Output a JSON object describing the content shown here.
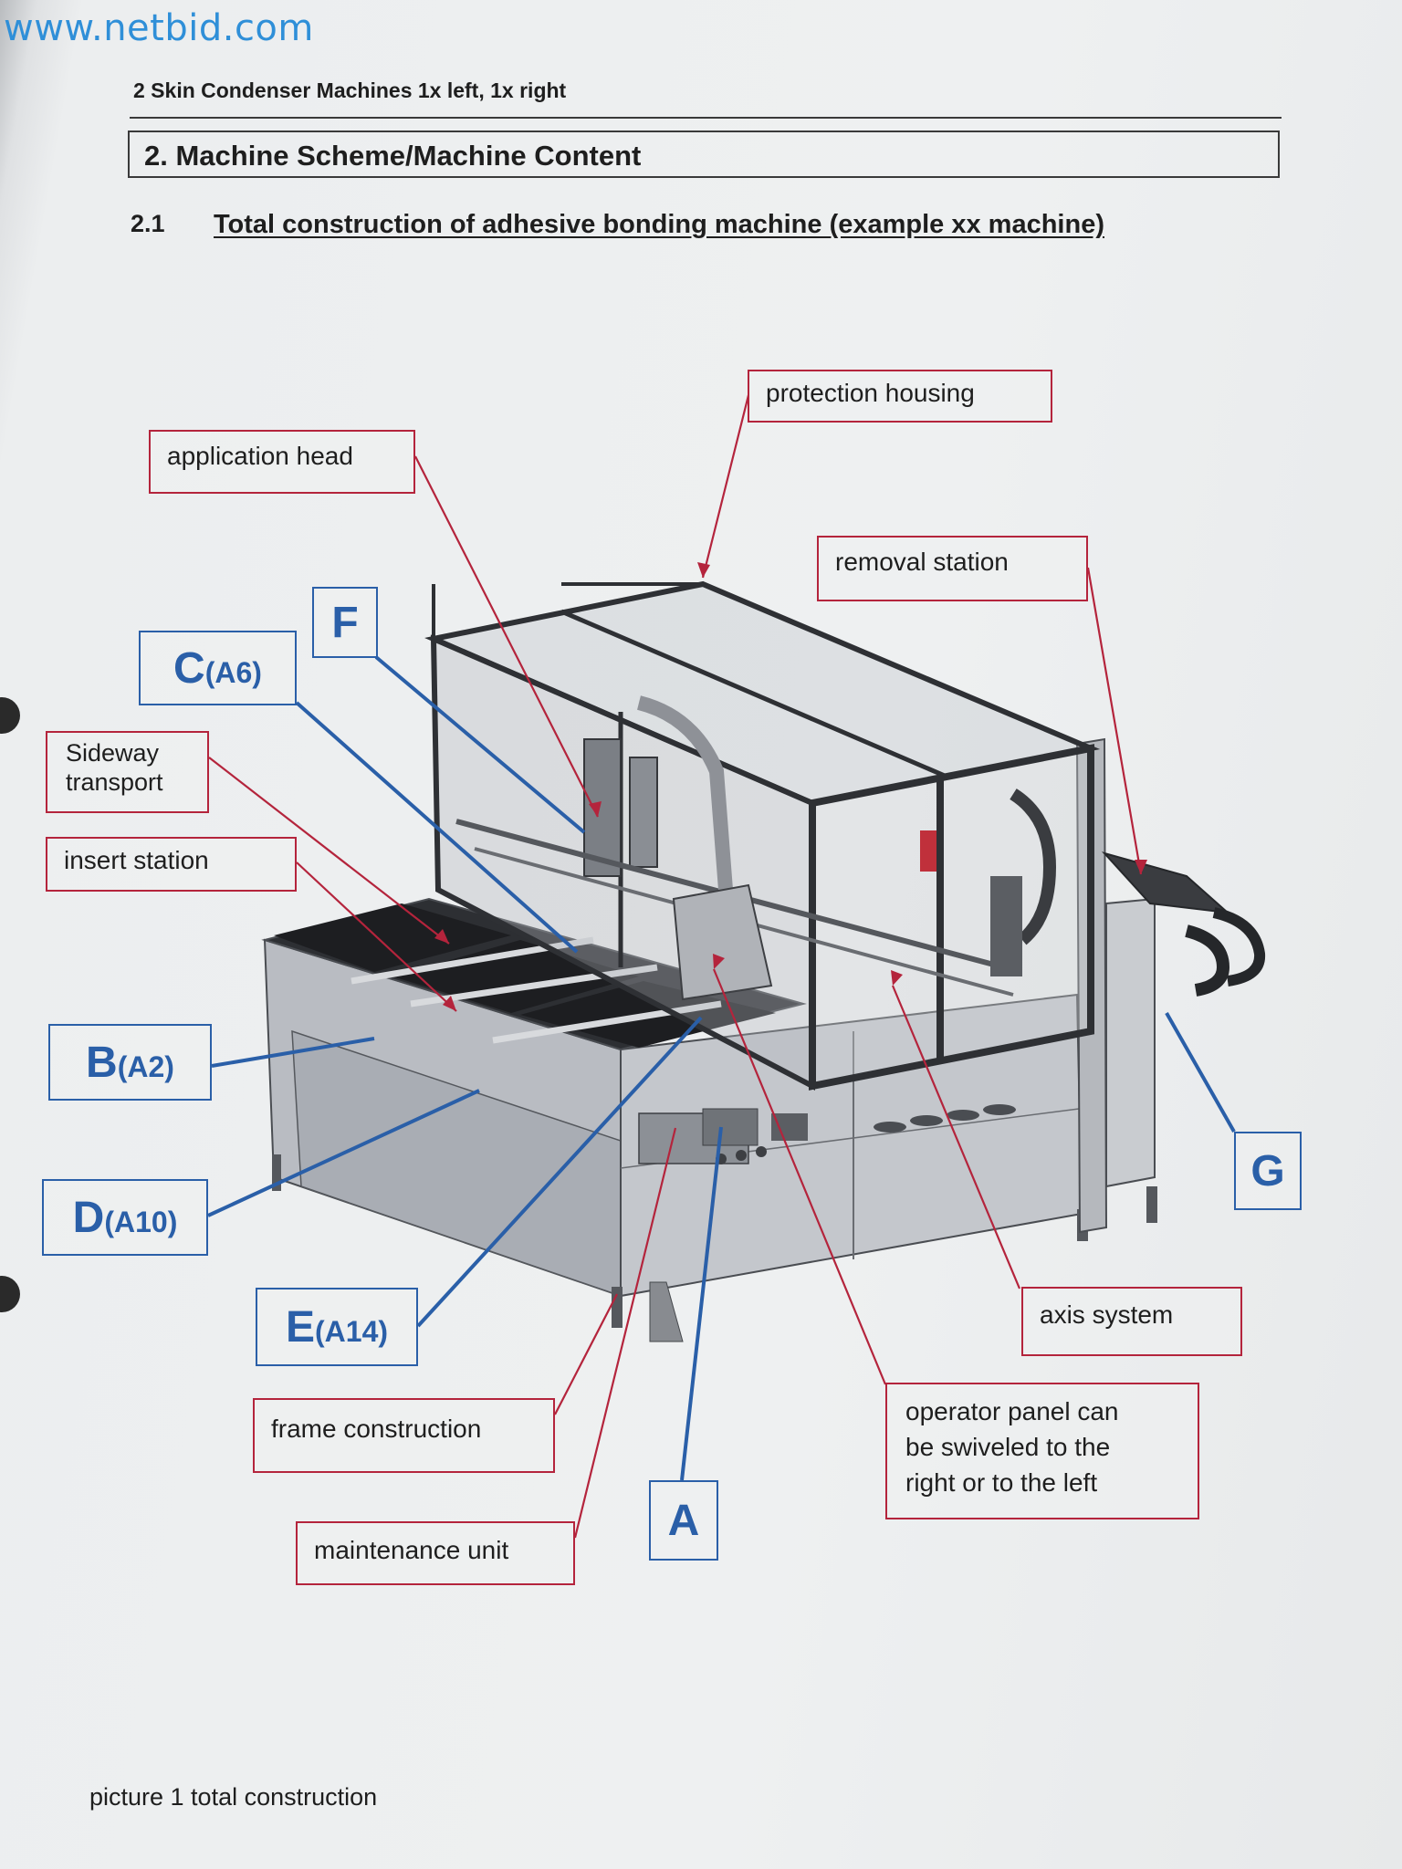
{
  "watermark": "www.netbid.com",
  "document": {
    "header": "2 Skin Condenser Machines 1x left, 1x right",
    "section_title": "2. Machine Scheme/Machine Content",
    "subsection_number": "2.1",
    "subsection_title": "Total construction of adhesive bonding machine (example xx machine)",
    "caption": "picture 1 total construction"
  },
  "callouts": {
    "protection_housing": "protection housing",
    "application_head": "application head",
    "removal_station": "removal station",
    "sideway_transport_line1": "Sideway",
    "sideway_transport_line2": "transport",
    "insert_station": "insert station",
    "axis_system": "axis system",
    "frame_construction": "frame construction",
    "maintenance_unit": "maintenance unit",
    "operator_panel_line1": "operator panel can",
    "operator_panel_line2": "be swiveled to the",
    "operator_panel_line3": "right or to the left"
  },
  "letters": {
    "F": {
      "letter": "F",
      "code": ""
    },
    "C": {
      "letter": "C",
      "code": "(A6)"
    },
    "B": {
      "letter": "B",
      "code": "(A2)"
    },
    "D": {
      "letter": "D",
      "code": "(A10)"
    },
    "E": {
      "letter": "E",
      "code": "(A14)"
    },
    "A": {
      "letter": "A",
      "code": ""
    },
    "G": {
      "letter": "G",
      "code": ""
    }
  },
  "colors": {
    "callout_border": "#b4243c",
    "letter_label": "#2a5fa8",
    "watermark": "#2f8fd8"
  }
}
